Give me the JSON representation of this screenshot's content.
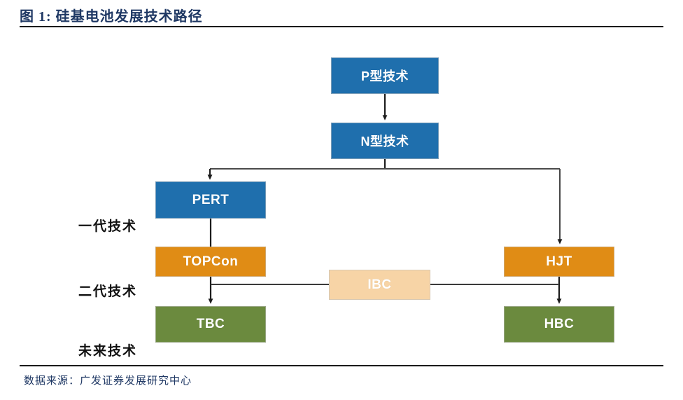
{
  "figure": {
    "title": "图 1: 硅基电池发展技术路径",
    "source": "数据来源：广发证券发展研究中心",
    "title_color": "#1F3864",
    "rule_color": "#1a1a1a"
  },
  "palette": {
    "blue": "#1F6FAD",
    "orange": "#E08C15",
    "green": "#6B8A3E",
    "peach": "#F7D4A6",
    "connector": "#3a3a3a",
    "box_text": "#FFFFFF"
  },
  "diagram": {
    "type": "flowchart",
    "row_labels": [
      {
        "id": "row-gen1",
        "label": "一代技术"
      },
      {
        "id": "row-gen2",
        "label": "二代技术"
      },
      {
        "id": "row-future",
        "label": "未来技术"
      }
    ],
    "nodes": [
      {
        "id": "p-type",
        "label": "P型技术",
        "color": "blue",
        "row": "top"
      },
      {
        "id": "n-type",
        "label": "N型技术",
        "color": "blue",
        "row": "top"
      },
      {
        "id": "pert",
        "label": "PERT",
        "color": "blue",
        "row": "一代技术"
      },
      {
        "id": "topcon",
        "label": "TOPCon",
        "color": "orange",
        "row": "二代技术"
      },
      {
        "id": "hjt",
        "label": "HJT",
        "color": "orange",
        "row": "二代技术"
      },
      {
        "id": "ibc",
        "label": "IBC",
        "color": "peach",
        "row": "between"
      },
      {
        "id": "tbc",
        "label": "TBC",
        "color": "green",
        "row": "未来技术"
      },
      {
        "id": "hbc",
        "label": "HBC",
        "color": "green",
        "row": "未来技术"
      }
    ],
    "edges": [
      {
        "from": "p-type",
        "to": "n-type",
        "style": "arrow"
      },
      {
        "from": "n-type",
        "to": "pert",
        "style": "arrow"
      },
      {
        "from": "n-type",
        "to": "hjt",
        "style": "arrow"
      },
      {
        "from": "pert",
        "to": "topcon",
        "style": "line"
      },
      {
        "from": "topcon",
        "to": "tbc",
        "style": "arrow"
      },
      {
        "from": "hjt",
        "to": "hbc",
        "style": "arrow"
      },
      {
        "from": "ibc",
        "to": "tbc",
        "style": "line"
      },
      {
        "from": "ibc",
        "to": "hbc",
        "style": "line"
      }
    ]
  }
}
